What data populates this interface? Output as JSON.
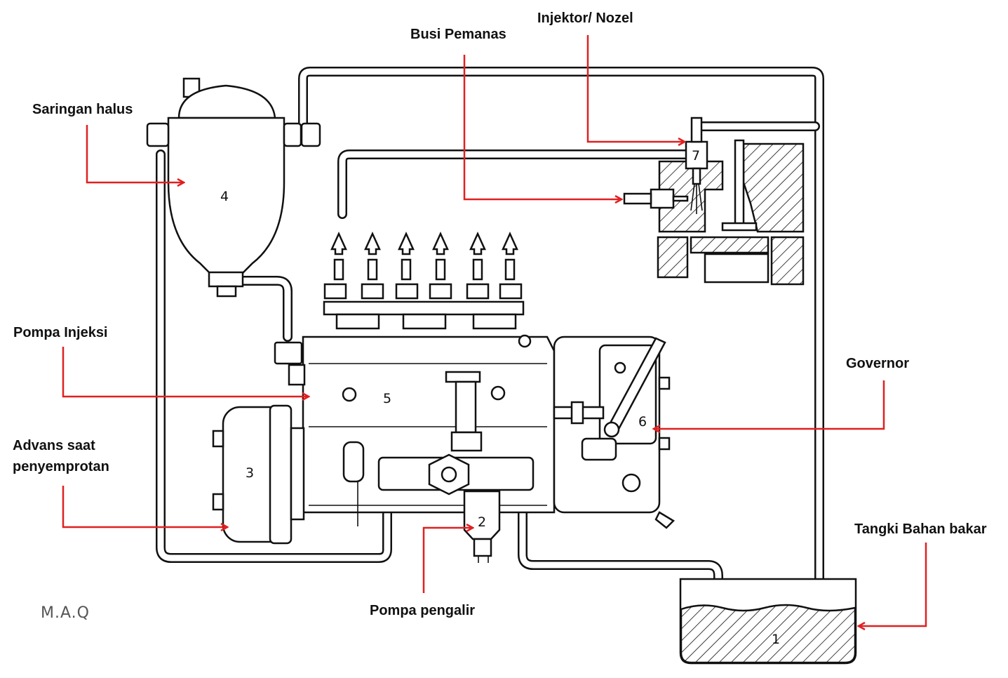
{
  "labels": {
    "injektor": "Injektor/ Nozel",
    "busi": "Busi Pemanas",
    "saringan": "Saringan halus",
    "pompa_injeksi": "Pompa Injeksi",
    "governor": "Governor",
    "advans_line1": "Advans saat",
    "advans_line2": "penyemprotan",
    "tangki": "Tangki Bahan bakar",
    "pompa_pengalir": "Pompa pengalir"
  },
  "numbers": {
    "tank": "1",
    "feed_pump": "2",
    "advance": "3",
    "filter": "4",
    "injection_pump": "5",
    "governor": "6",
    "injector": "7"
  },
  "signature": "M.A.Q",
  "colors": {
    "arrow": "#e02020",
    "line": "#111111",
    "background": "#ffffff"
  }
}
